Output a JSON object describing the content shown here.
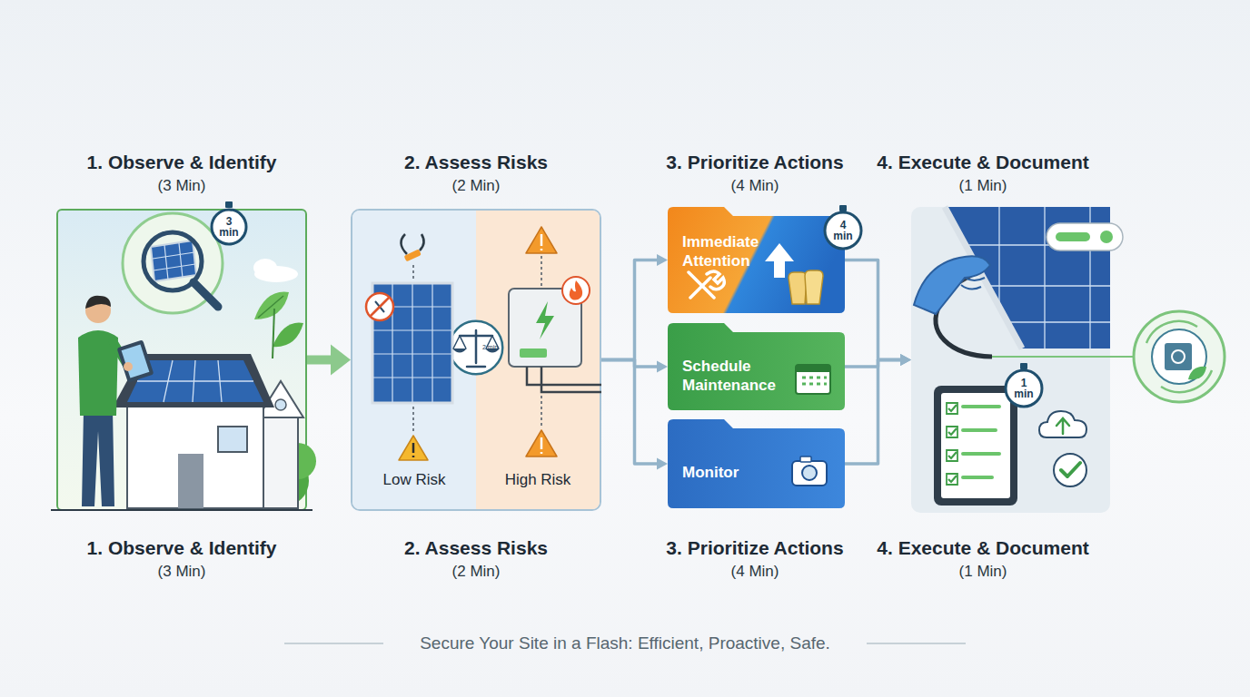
{
  "diagram": {
    "caption": "Secure Your Site in a Flash: Efficient, Proactive, Safe.",
    "nodes": [
      {
        "text": [
          "1. Observe & Identify",
          "(3 Min)",
          "1. Observe & Identify",
          "(3 Min)"
        ]
      },
      {
        "text": [
          "3 min"
        ],
        "in": 0
      },
      {
        "text": [
          "2. Assess Risks",
          "(2 Min)",
          "2. Assess Risks",
          "(2 Min)"
        ]
      },
      {
        "text": [
          "Low Risk"
        ],
        "in": 2
      },
      {
        "text": [
          "High Risk"
        ],
        "in": 2
      },
      {
        "text": [
          "2 min"
        ],
        "in": 2
      },
      {
        "text": [
          "3. Prioritize Actions",
          "(4 Min)",
          "3. Prioritize Actions",
          "(4 Min)"
        ]
      },
      {
        "text": [
          "Immediate Attention"
        ],
        "in": 6
      },
      {
        "text": [
          "4 min"
        ],
        "in": 6
      },
      {
        "text": [
          "Schedule Maintenance"
        ],
        "in": 6
      },
      {
        "text": [
          "Monitor"
        ],
        "in": 6
      },
      {
        "text": [
          "4. Execute & Document",
          "(1 Min)",
          "4. Execute & Document",
          "(1 Min)"
        ]
      },
      {
        "text": [
          "1 min"
        ],
        "in": 11
      }
    ],
    "edges": [
      {
        "from": 0,
        "to": 2,
        "arrow": "to"
      },
      {
        "from": 2,
        "to": 7,
        "arrow": "to"
      },
      {
        "from": 2,
        "to": 9,
        "arrow": "to"
      },
      {
        "from": 2,
        "to": 10,
        "arrow": "to"
      },
      {
        "from": 7,
        "to": 11,
        "arrow": "to"
      },
      {
        "from": 9,
        "to": 11,
        "arrow": "to"
      },
      {
        "from": 10,
        "to": 11,
        "arrow": "to"
      }
    ]
  }
}
